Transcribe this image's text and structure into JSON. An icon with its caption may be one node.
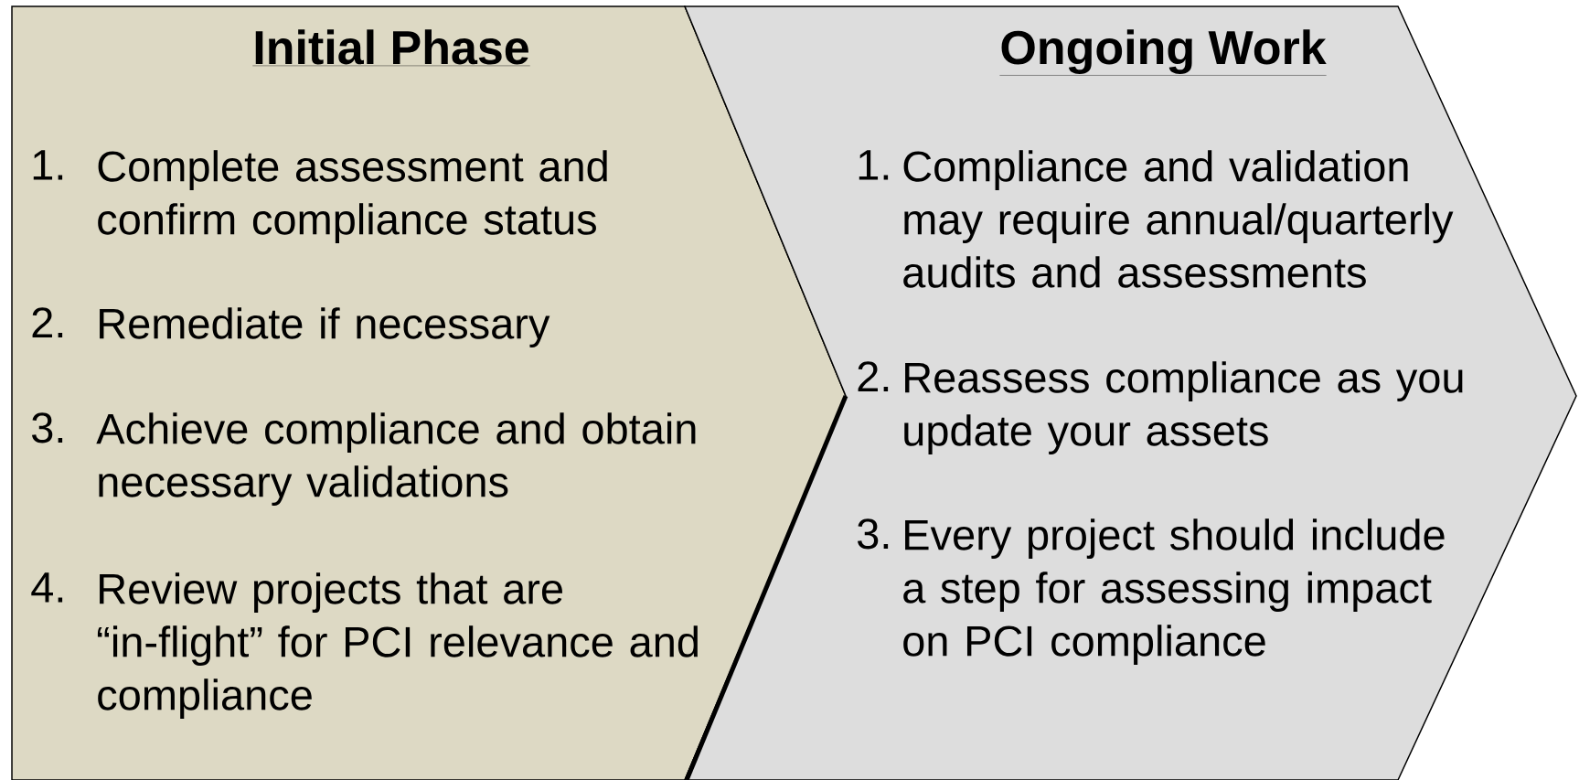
{
  "diagram": {
    "nodes": [
      {
        "text": [
          "Initial Phase",
          "1.",
          "Complete assessment and confirm compliance status",
          "2.",
          "Remediate if necessary",
          "3.",
          "Achieve compliance and obtain necessary validations",
          "4.",
          "Review projects that are “in-flight” for PCI relevance and compliance"
        ]
      },
      {
        "text": [
          "Ongoing Work",
          "1.",
          "Compliance and validation may require annual/quarterly audits and assessments",
          "2.",
          "Reassess compliance as you update your assets",
          "3.",
          "Every project should include a step for assessing impact on PCI compliance"
        ]
      }
    ]
  }
}
